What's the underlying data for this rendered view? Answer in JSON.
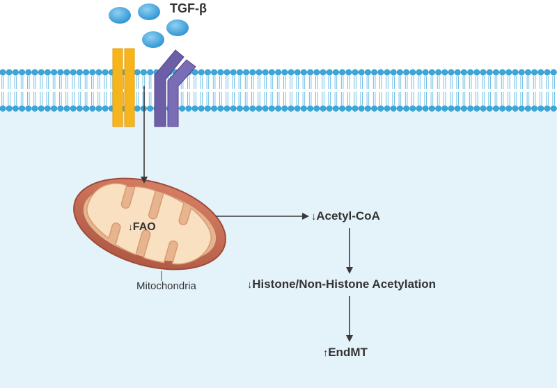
{
  "ligand": {
    "name": "TGF-β"
  },
  "mitochondrion": {
    "label": "Mitochondria",
    "inner_text_arrow": "↓",
    "inner_text": "FAO"
  },
  "pathway": {
    "step1": {
      "arrow": "↓",
      "text": "Acetyl-CoA"
    },
    "step2": {
      "arrow": "↓",
      "text": "Histone/Non-Histone Acetylation"
    },
    "step3": {
      "arrow": "↑",
      "text": "EndMT"
    }
  },
  "colors": {
    "cytoplasm": "#e4f2fa",
    "lipid_head": "#3aa7d8",
    "lipid_tail": "#5fb9e2",
    "receptor_type1": "#f6b51a",
    "receptor_type2": "#6c5fa8",
    "ligand_ball": "#4aa3dc",
    "mito_outer": "#c9705a",
    "mito_inner": "#f8e0c0",
    "arrow": "#3a3a3a"
  }
}
